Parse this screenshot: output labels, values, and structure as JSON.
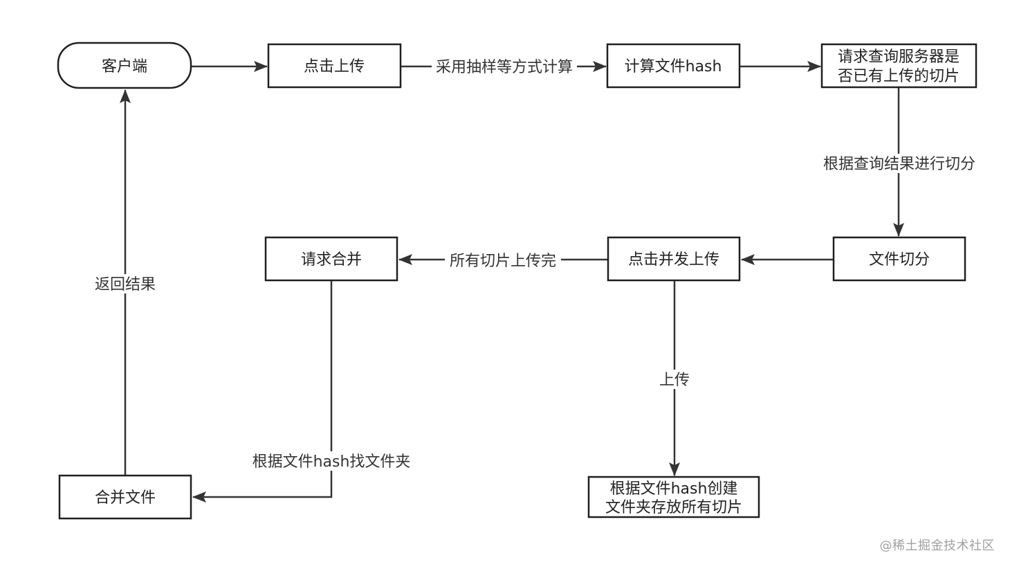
{
  "nodes": {
    "client": {
      "label": "客户端"
    },
    "click_upload": {
      "label": "点击上传"
    },
    "compute_hash": {
      "label": "计算文件hash"
    },
    "query_server": {
      "label_line1": "请求查询服务器是",
      "label_line2": "否已有上传的切片"
    },
    "file_slice": {
      "label": "文件切分"
    },
    "concurrent_upload": {
      "label": "点击并发上传"
    },
    "request_merge": {
      "label": "请求合并"
    },
    "merge_files": {
      "label": "合并文件"
    },
    "create_folder": {
      "label_line1": "根据文件hash创建",
      "label_line2": "文件夹存放所有切片"
    }
  },
  "edges": {
    "sampling": {
      "label": "采用抽样等方式计算"
    },
    "slice_by_result": {
      "label": "根据查询结果进行切分"
    },
    "all_uploaded": {
      "label": "所有切片上传完"
    },
    "upload": {
      "label": "上传"
    },
    "find_folder": {
      "label": "根据文件hash找文件夹"
    },
    "return_result": {
      "label": "返回结果"
    }
  },
  "watermark": {
    "text": "@稀土掘金技术社区"
  }
}
